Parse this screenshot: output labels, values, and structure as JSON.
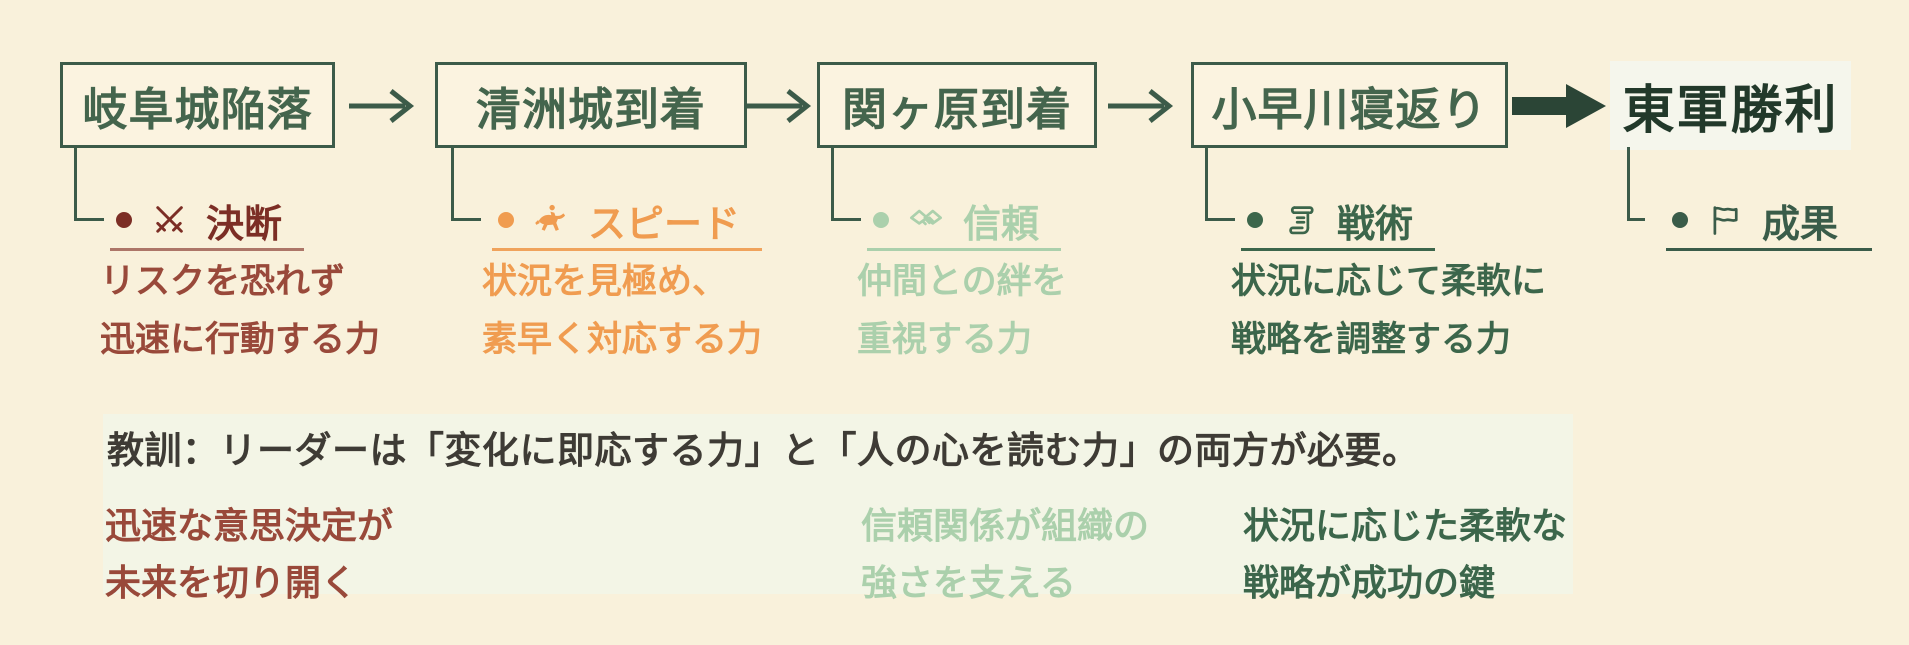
{
  "canvas": {
    "background": "#f9f1db",
    "band_background": "#f3f5e6",
    "box_border_color": "#3c5b49",
    "thin_arrow_color": "#3c5b49",
    "thick_arrow_color": "#2b4536",
    "result_background": "#f5f6ec"
  },
  "flow": {
    "nodes": [
      {
        "title": "岐阜城陥落",
        "keyword": "決断",
        "icon": "crossed-swords-icon",
        "accent": "#7c2e25",
        "desc_color": "#99493a",
        "desc_lines": [
          "リスクを恐れず",
          "迅速に行動する力"
        ]
      },
      {
        "title": "清洲城到着",
        "keyword": "スピード",
        "icon": "horse-rider-icon",
        "accent": "#f09c50",
        "desc_color": "#f09c50",
        "desc_lines": [
          "状況を見極め、",
          "素早く対応する力"
        ]
      },
      {
        "title": "関ヶ原到着",
        "keyword": "信頼",
        "icon": "handshake-icon",
        "accent": "#abd0ac",
        "desc_color": "#abd0ac",
        "desc_lines": [
          "仲間との絆を",
          "重視する力"
        ]
      },
      {
        "title": "小早川寝返り",
        "keyword": "戦術",
        "icon": "scroll-icon",
        "accent": "#3c664b",
        "desc_color": "#3c664b",
        "desc_lines": [
          "状況に応じて柔軟に",
          "戦略を調整する力"
        ]
      },
      {
        "title": "東軍勝利",
        "keyword": "成果",
        "icon": "flag-icon",
        "accent": "#3a5c49",
        "desc_lines": []
      }
    ]
  },
  "lesson": {
    "headline": "教訓：リーダーは「変化に即応する力」と「人の心を読む力」の両方が必要。",
    "notes": [
      {
        "color": "#99493a",
        "lines": [
          "迅速な意思決定が",
          "未来を切り開く"
        ]
      },
      {
        "color": "#abd0ac",
        "lines": [
          "信頼関係が組織の",
          "強さを支える"
        ]
      },
      {
        "color": "#3c664b",
        "lines": [
          "状況に応じた柔軟な",
          "戦略が成功の鍵"
        ]
      }
    ]
  }
}
